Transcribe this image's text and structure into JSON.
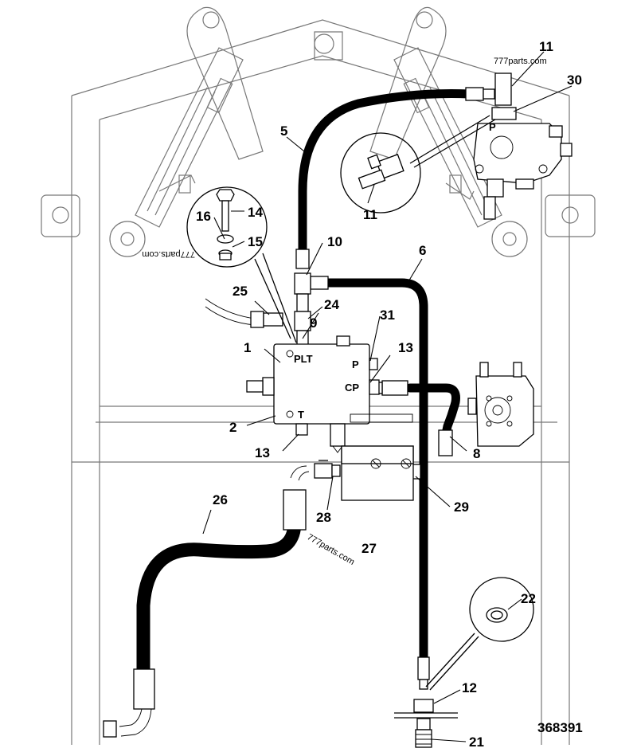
{
  "callouts": {
    "c1": "1",
    "c2": "2",
    "c5": "5",
    "c6": "6",
    "c8": "8",
    "c9": "9",
    "c10": "10",
    "c11a": "11",
    "c11b": "11",
    "c12": "12",
    "c13a": "13",
    "c13b": "13",
    "c14": "14",
    "c15": "15",
    "c16": "16",
    "c21": "21",
    "c22": "22",
    "c24": "24",
    "c25": "25",
    "c26": "26",
    "c27": "27",
    "c28": "28",
    "c29": "29",
    "c30": "30",
    "c31": "31"
  },
  "ports": {
    "plt": "PLT",
    "p": "P",
    "cp": "CP",
    "t": "T",
    "p_valve": "P"
  },
  "watermarks": {
    "top": "777parts.com",
    "mid": "777parts.com",
    "inset": "777parts.com"
  },
  "document_id": "368391",
  "colors": {
    "line": "#000000",
    "frame": "#777777",
    "background": "#ffffff"
  }
}
